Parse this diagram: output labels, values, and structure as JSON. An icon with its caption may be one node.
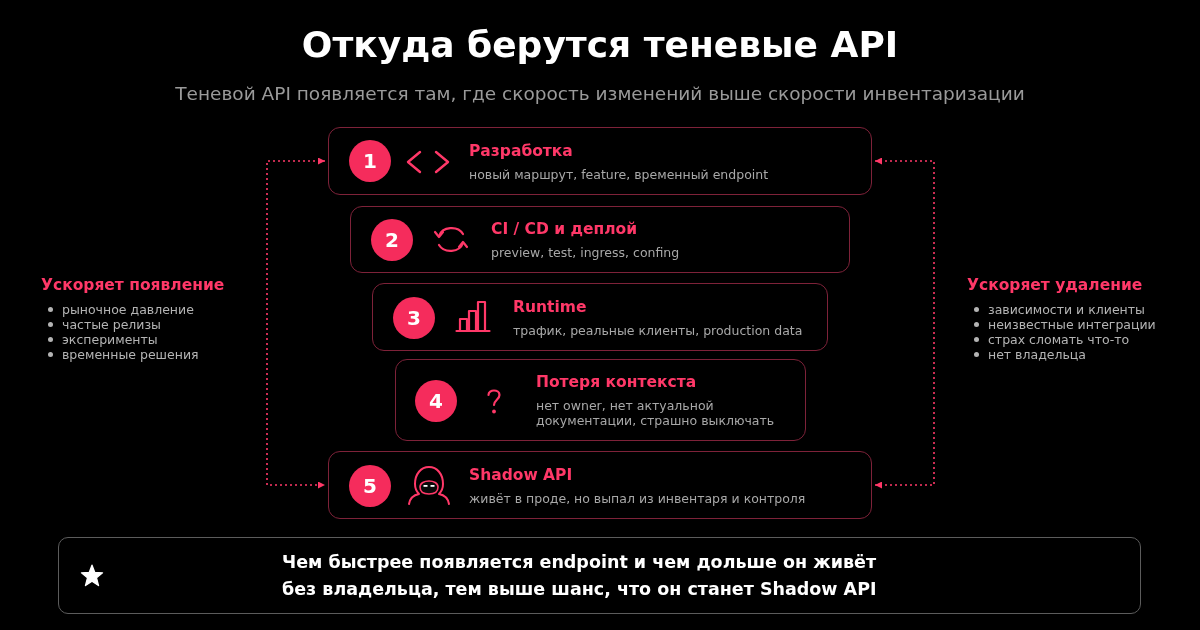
{
  "diagram": {
    "title": "Откуда берутся теневые API",
    "nodes": [
      {
        "text": [
          "Разработка",
          "новый маршрут, feature, временный endpoint"
        ]
      },
      {
        "text": [
          "1"
        ],
        "in": 0
      },
      {
        "text": [
          "CI / CD и деплой",
          "preview, test, ingress, confing"
        ]
      },
      {
        "text": [
          "2"
        ],
        "in": 2
      },
      {
        "text": [
          "Runtime",
          "трафик, реальные клиенты, production data"
        ]
      },
      {
        "text": [
          "3"
        ],
        "in": 4
      },
      {
        "text": [
          "Потеря контекста",
          "нет owner, нет актуальной документации, страшно выключать"
        ]
      },
      {
        "text": [
          "4"
        ],
        "in": 6
      },
      {
        "text": [
          "Shadow API",
          "живёт в проде, но выпал из инвентаря и контроля"
        ]
      },
      {
        "text": [
          "5"
        ],
        "in": 8
      },
      {
        "text": [
          "Чем быстрее появляется endpoint и чем дольше он живёт без владельца, тем выше шанс, что он станет Shadow API"
        ]
      }
    ],
    "edges": [
      {
        "from": 0,
        "to": 8,
        "arrow": "both",
        "style": "dashed"
      },
      {
        "from": 0,
        "to": 8,
        "arrow": "both",
        "style": "dashed"
      }
    ],
    "labels": [
      "Теневой API появляется там, где скорость изменений выше скорости инвентаризации",
      "Ускоряет появление",
      "рыночное давление",
      "частые релизы",
      "эксперименты",
      "временные решения",
      "Ускоряет удаление",
      "зависимости и клиенты",
      "неизвестные интеграции",
      "страх сломать что-то",
      "нет владельца"
    ]
  }
}
